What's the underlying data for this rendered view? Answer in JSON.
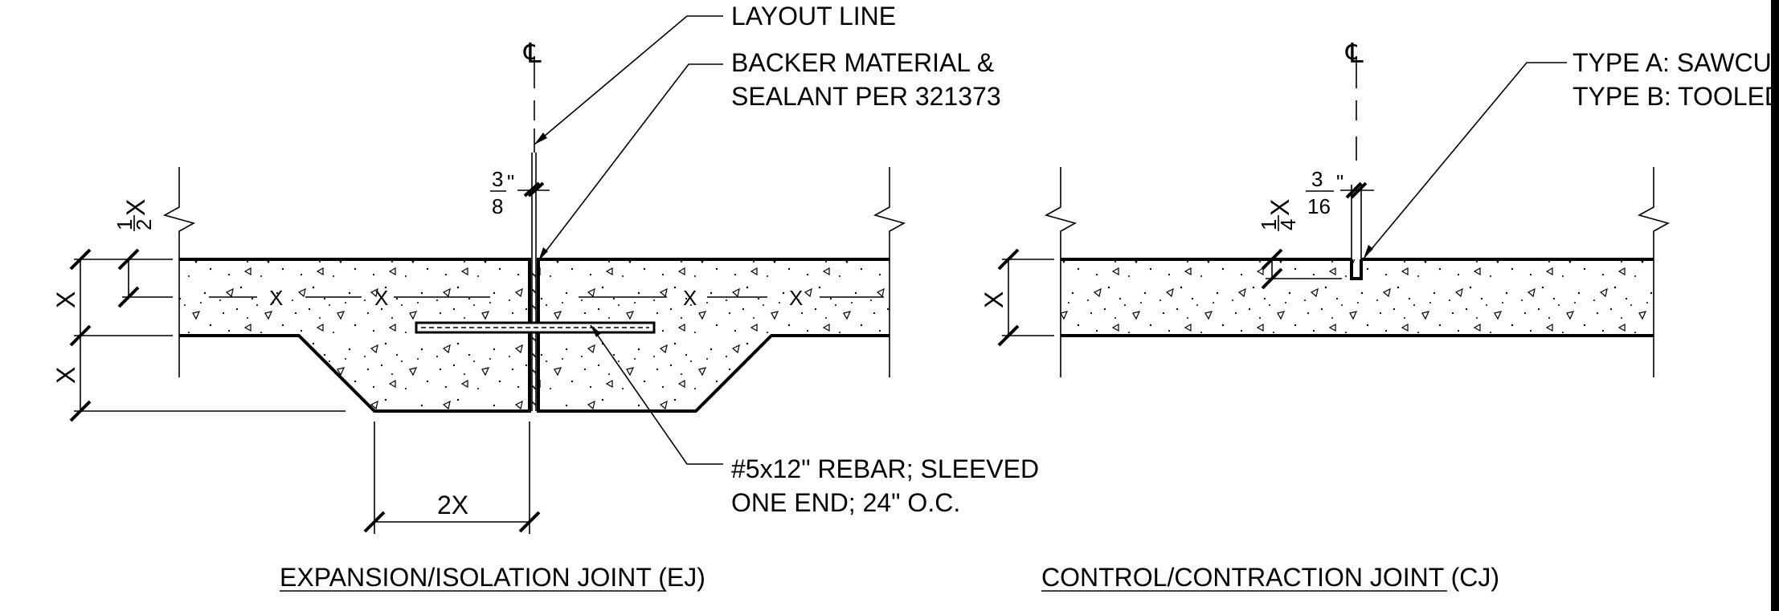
{
  "ej": {
    "title": "EXPANSION/ISOLATION JOINT (EJ)",
    "centerline_symbol": "℄",
    "layout_line_label": "LAYOUT LINE",
    "backer_label_line1": "BACKER MATERIAL &",
    "backer_label_line2": "SEALANT PER 321373",
    "rebar_label_line1": "#5x12\" REBAR; SLEEVED",
    "rebar_label_line2": "ONE END; 24\" O.C.",
    "gap_num": "3",
    "gap_den": "8",
    "gap_unit": "\"",
    "half_num": "1",
    "half_den": "2",
    "half_var": "X",
    "slab_dim": "X",
    "thick_dim": "X",
    "width_dim": "2X",
    "x_marks": [
      "X",
      "X",
      "X",
      "X"
    ]
  },
  "cj": {
    "title": "CONTROL/CONTRACTION JOINT (CJ)",
    "centerline_symbol": "℄",
    "type_a": "TYPE A: SAWCUT",
    "type_b": "TYPE B: TOOLED",
    "gap_num": "3",
    "gap_den": "16",
    "gap_unit": "\"",
    "quarter_num": "1",
    "quarter_den": "4",
    "quarter_var": "X",
    "slab_dim": "X"
  },
  "colors": {
    "line": "#000000",
    "background": "#ffffff"
  }
}
